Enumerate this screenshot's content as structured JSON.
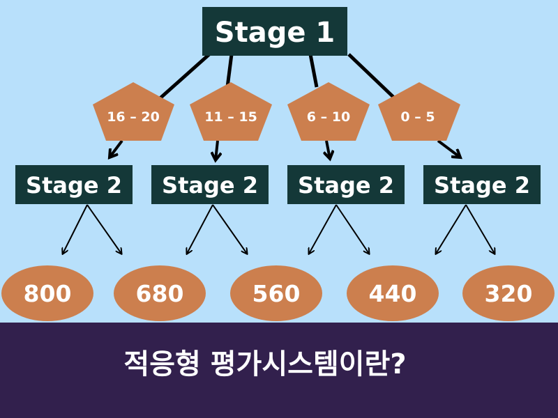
{
  "colors": {
    "background": "#b8e0fb",
    "box": "#143838",
    "shape": "#cc7f4e",
    "band": "#32204d",
    "text": "#ffffff",
    "line": "#000000"
  },
  "stage1": {
    "label": "Stage 1"
  },
  "ranges": [
    {
      "label": "16 – 20"
    },
    {
      "label": "11 – 15"
    },
    {
      "label": "6 – 10"
    },
    {
      "label": "0 – 5"
    }
  ],
  "stage2": [
    {
      "label": "Stage 2"
    },
    {
      "label": "Stage 2"
    },
    {
      "label": "Stage 2"
    },
    {
      "label": "Stage 2"
    }
  ],
  "scores": [
    {
      "label": "800"
    },
    {
      "label": "680"
    },
    {
      "label": "560"
    },
    {
      "label": "440"
    },
    {
      "label": "320"
    }
  ],
  "caption": "적응형 평가시스템이란?"
}
